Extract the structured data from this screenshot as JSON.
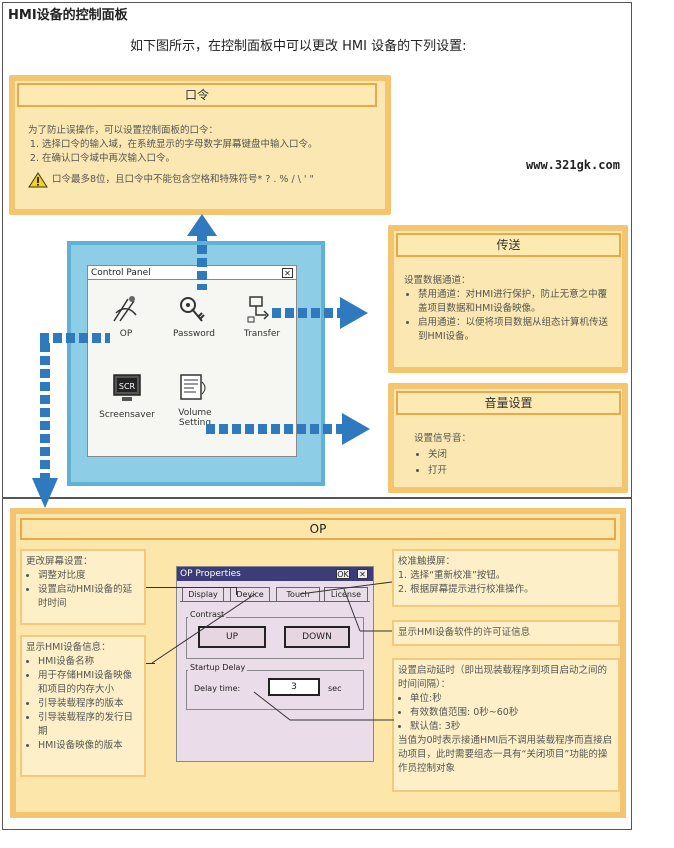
{
  "page_title": "HMI设备的控制面板",
  "subtitle": "如下图所示，在控制面板中可以更改 HMI 设备的下列设置:",
  "watermark": "www.321gk.com",
  "password_box": {
    "title": "口令",
    "intro": "为了防止误操作，可以设置控制面板的口令：",
    "steps": [
      "选择口令的输入域，在系统显示的字母数字屏幕键盘中输入口令。",
      "在确认口令域中再次输入口令。"
    ],
    "warning": "口令最多8位，且口令中不能包含空格和特殊符号* ? . % / \\ ' \""
  },
  "transfer_box": {
    "title": "传送",
    "intro": "设置数据通道：",
    "items": [
      "禁用通道：对HMI进行保护，防止无意之中覆盖项目数据和HMI设备映像。",
      "启用通道：以便将项目数据从组态计算机传送到HMI设备。"
    ]
  },
  "volume_box": {
    "title": "音量设置",
    "intro": "设置信号音：",
    "items": [
      "关闭",
      "打开"
    ]
  },
  "control_panel": {
    "title": "Control Panel",
    "close": "✕",
    "icons": [
      {
        "label": "OP"
      },
      {
        "label": "Password"
      },
      {
        "label": "Transfer"
      },
      {
        "label": "Screensaver"
      },
      {
        "label": "Volume Setting"
      }
    ]
  },
  "op_section": {
    "title": "OP",
    "screen_box": {
      "intro": "更改屏幕设置：",
      "items": [
        "调整对比度",
        "设置启动HMI设备的延时时间"
      ]
    },
    "info_box": {
      "intro": "显示HMI设备信息：",
      "items": [
        "HMI设备名称",
        "用于存储HMI设备映像和项目的内存大小",
        "引导装载程序的版本",
        "引导装载程序的发行日期",
        "HMI设备映像的版本"
      ]
    },
    "touch_box": {
      "intro": "校准触摸屏：",
      "steps": [
        "1. 选择“重新校准”按钮。",
        "2. 根据屏幕提示进行校准操作。"
      ]
    },
    "license_box": {
      "text": "显示HMI设备软件的许可证信息"
    },
    "delay_box": {
      "intro": "设置启动延时（即出现装载程序到项目启动之间的时间间隔）：",
      "items": [
        "单位:秒",
        "有效数值范围: 0秒~60秒",
        "默认值: 3秒"
      ],
      "note": "当值为0时表示接通HMI后不调用装载程序而直接启动项目，此时需要组态一具有“关闭项目”功能的操作员控制对象"
    },
    "dialog": {
      "title": "OP Properties",
      "ok": "OK",
      "close": "✕",
      "tabs": [
        "Display",
        "Device",
        "Touch",
        "License"
      ],
      "contrast_label": "Contrast",
      "up": "UP",
      "down": "DOWN",
      "startup_label": "Startup Delay",
      "delay_label": "Delay time:",
      "delay_value": "3",
      "delay_unit": "sec"
    }
  },
  "colors": {
    "accent_blue": "#2f79be",
    "box_fill": "#fbe7b1",
    "box_border": "#f5c46e",
    "panel_blue": "#8ecde6"
  }
}
